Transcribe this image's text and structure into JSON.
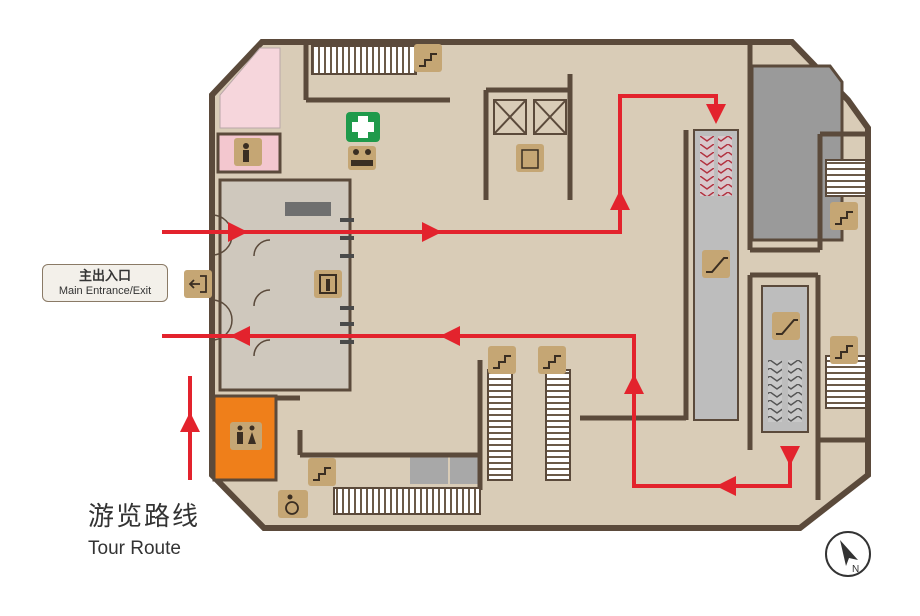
{
  "entrance": {
    "label_zh": "主出入口",
    "label_en": "Main Entrance/Exit"
  },
  "legend": {
    "title_zh": "游览路线",
    "title_en": "Tour Route"
  },
  "colors": {
    "floor": "#d9ccb7",
    "wall": "#5b4a3b",
    "route": "#e3232d",
    "icon_bg": "#c5a674",
    "restroom": "#ef7f1a",
    "first_aid": "#1f9a4b",
    "pink_room": "#f6d6dc",
    "grey_room": "#9a9a9a"
  },
  "icons": [
    "stairs-icon",
    "elevator-icon",
    "first-aid-icon",
    "information-desk-icon",
    "guide-icon",
    "security-check-icon",
    "exit-icon",
    "escalator-icon",
    "restroom-icon",
    "accessible-icon",
    "north-compass-icon"
  ],
  "compass": {
    "letter": "N"
  }
}
